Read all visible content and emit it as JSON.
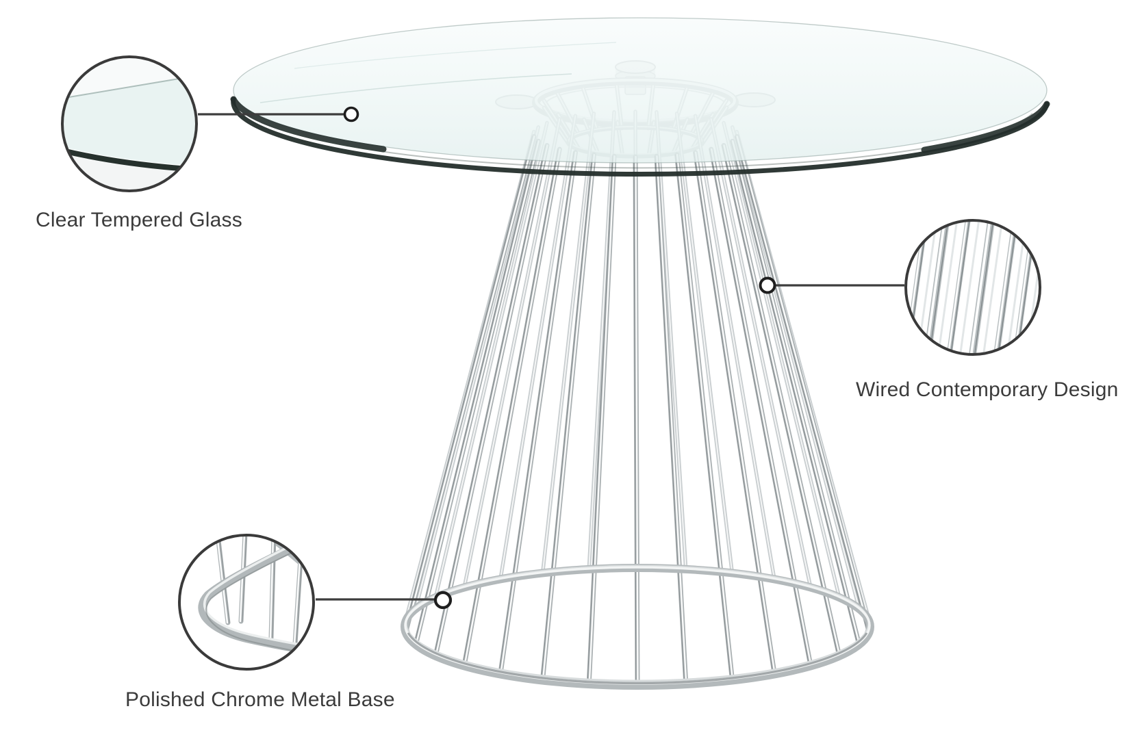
{
  "figure": {
    "subject": "Round clear glass top dining table with wired chrome cone pedestal base"
  },
  "callouts": [
    {
      "id": "glass",
      "label": "Clear Tempered Glass"
    },
    {
      "id": "wires",
      "label": "Wired Contemporary Design"
    },
    {
      "id": "base",
      "label": "Polished Chrome Metal Base"
    }
  ],
  "colors": {
    "background": "#ffffff",
    "label_text": "#3b3b3b",
    "callout_line": "#3d3d3d",
    "callout_circle_border": "#3a3a3a",
    "glass_edge_dark": "#242e2b",
    "glass_tint": "#eaf4f3",
    "chrome_mid": "#aab0b2",
    "chrome_light": "#fafbfb"
  }
}
